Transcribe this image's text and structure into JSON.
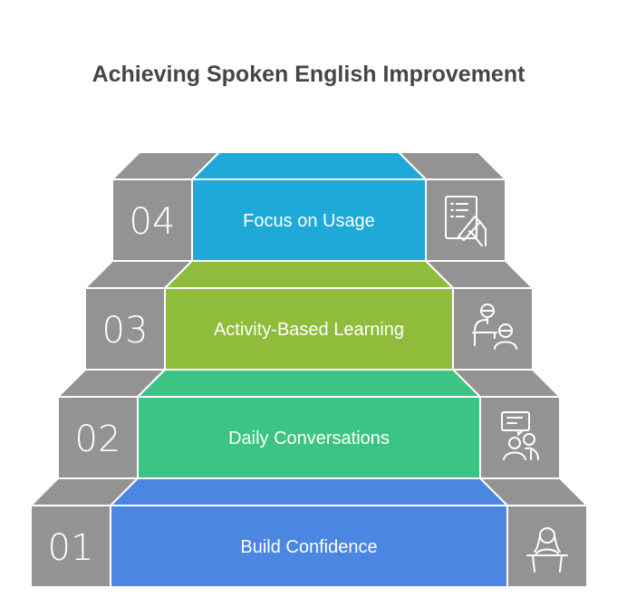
{
  "title": "Achieving Spoken English Improvement",
  "side_color": "#939393",
  "steps": [
    {
      "number": "01",
      "label": "Build Confidence",
      "color": "#4A86E2",
      "icon": "speaker-at-podium-icon"
    },
    {
      "number": "02",
      "label": "Daily Conversations",
      "color": "#3CC484",
      "icon": "conversation-people-icon"
    },
    {
      "number": "03",
      "label": "Activity-Based Learning",
      "color": "#8FBC3A",
      "icon": "teacher-student-icon"
    },
    {
      "number": "04",
      "label": "Focus on Usage",
      "color": "#1EA9D8",
      "icon": "writing-checklist-icon"
    }
  ]
}
